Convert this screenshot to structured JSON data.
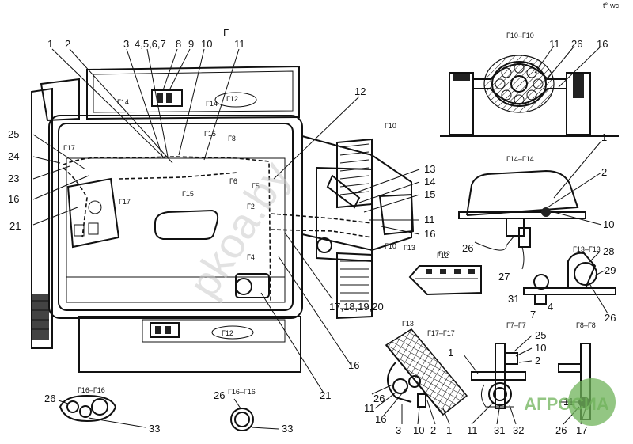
{
  "colors": {
    "line": "#111111",
    "watermark": "#cccccc",
    "logo": "#6fb35a"
  },
  "top_section": "Г",
  "callouts_main": [
    "1",
    "2",
    "3",
    "4,5,6,7",
    "8",
    "9",
    "10",
    "11",
    "12",
    "13",
    "14",
    "15",
    "11",
    "16",
    "17,18,19,20",
    "16",
    "21",
    "21",
    "25",
    "24",
    "23",
    "16"
  ],
  "view_marks_main": [
    "Г14",
    "Г14",
    "Г12",
    "Г15",
    "Г15",
    "Г8",
    "Г6",
    "Г5",
    "Г17",
    "Г17",
    "Г2",
    "Г4",
    "Г10",
    "Г10",
    "Г13",
    "Г12",
    "Г13",
    "Г12"
  ],
  "views": {
    "g10": {
      "title": "Г10–Г10",
      "callouts": [
        "11",
        "26",
        "16"
      ]
    },
    "g14": {
      "title": "Г14–Г14",
      "callouts": [
        "1",
        "2",
        "10",
        "26",
        "27"
      ]
    },
    "g13": {
      "title": "Г13–Г13",
      "callouts": [
        "28",
        "29",
        "31",
        "7",
        "4",
        "26"
      ]
    },
    "g12": {
      "title": "Г12"
    },
    "g17": {
      "title": "Г17–Г17",
      "callouts": [
        "26",
        "11",
        "16",
        "3",
        "10",
        "2",
        "1"
      ]
    },
    "g7": {
      "title": "Г7–Г7",
      "callouts": [
        "25",
        "10",
        "2",
        "1",
        "11",
        "31",
        "32"
      ]
    },
    "g8": {
      "title": "Г8–Г8",
      "callouts": [
        "11",
        "26",
        "17"
      ]
    },
    "g16a": {
      "title": "Г16–Г16",
      "callouts": [
        "26",
        "33"
      ]
    },
    "g16b": {
      "title": "Г16–Г16",
      "callouts": [
        "26",
        "33"
      ]
    }
  },
  "watermark": "pkoa.by",
  "logo": "АГРОСИА",
  "corner_mark": "t°·wc"
}
